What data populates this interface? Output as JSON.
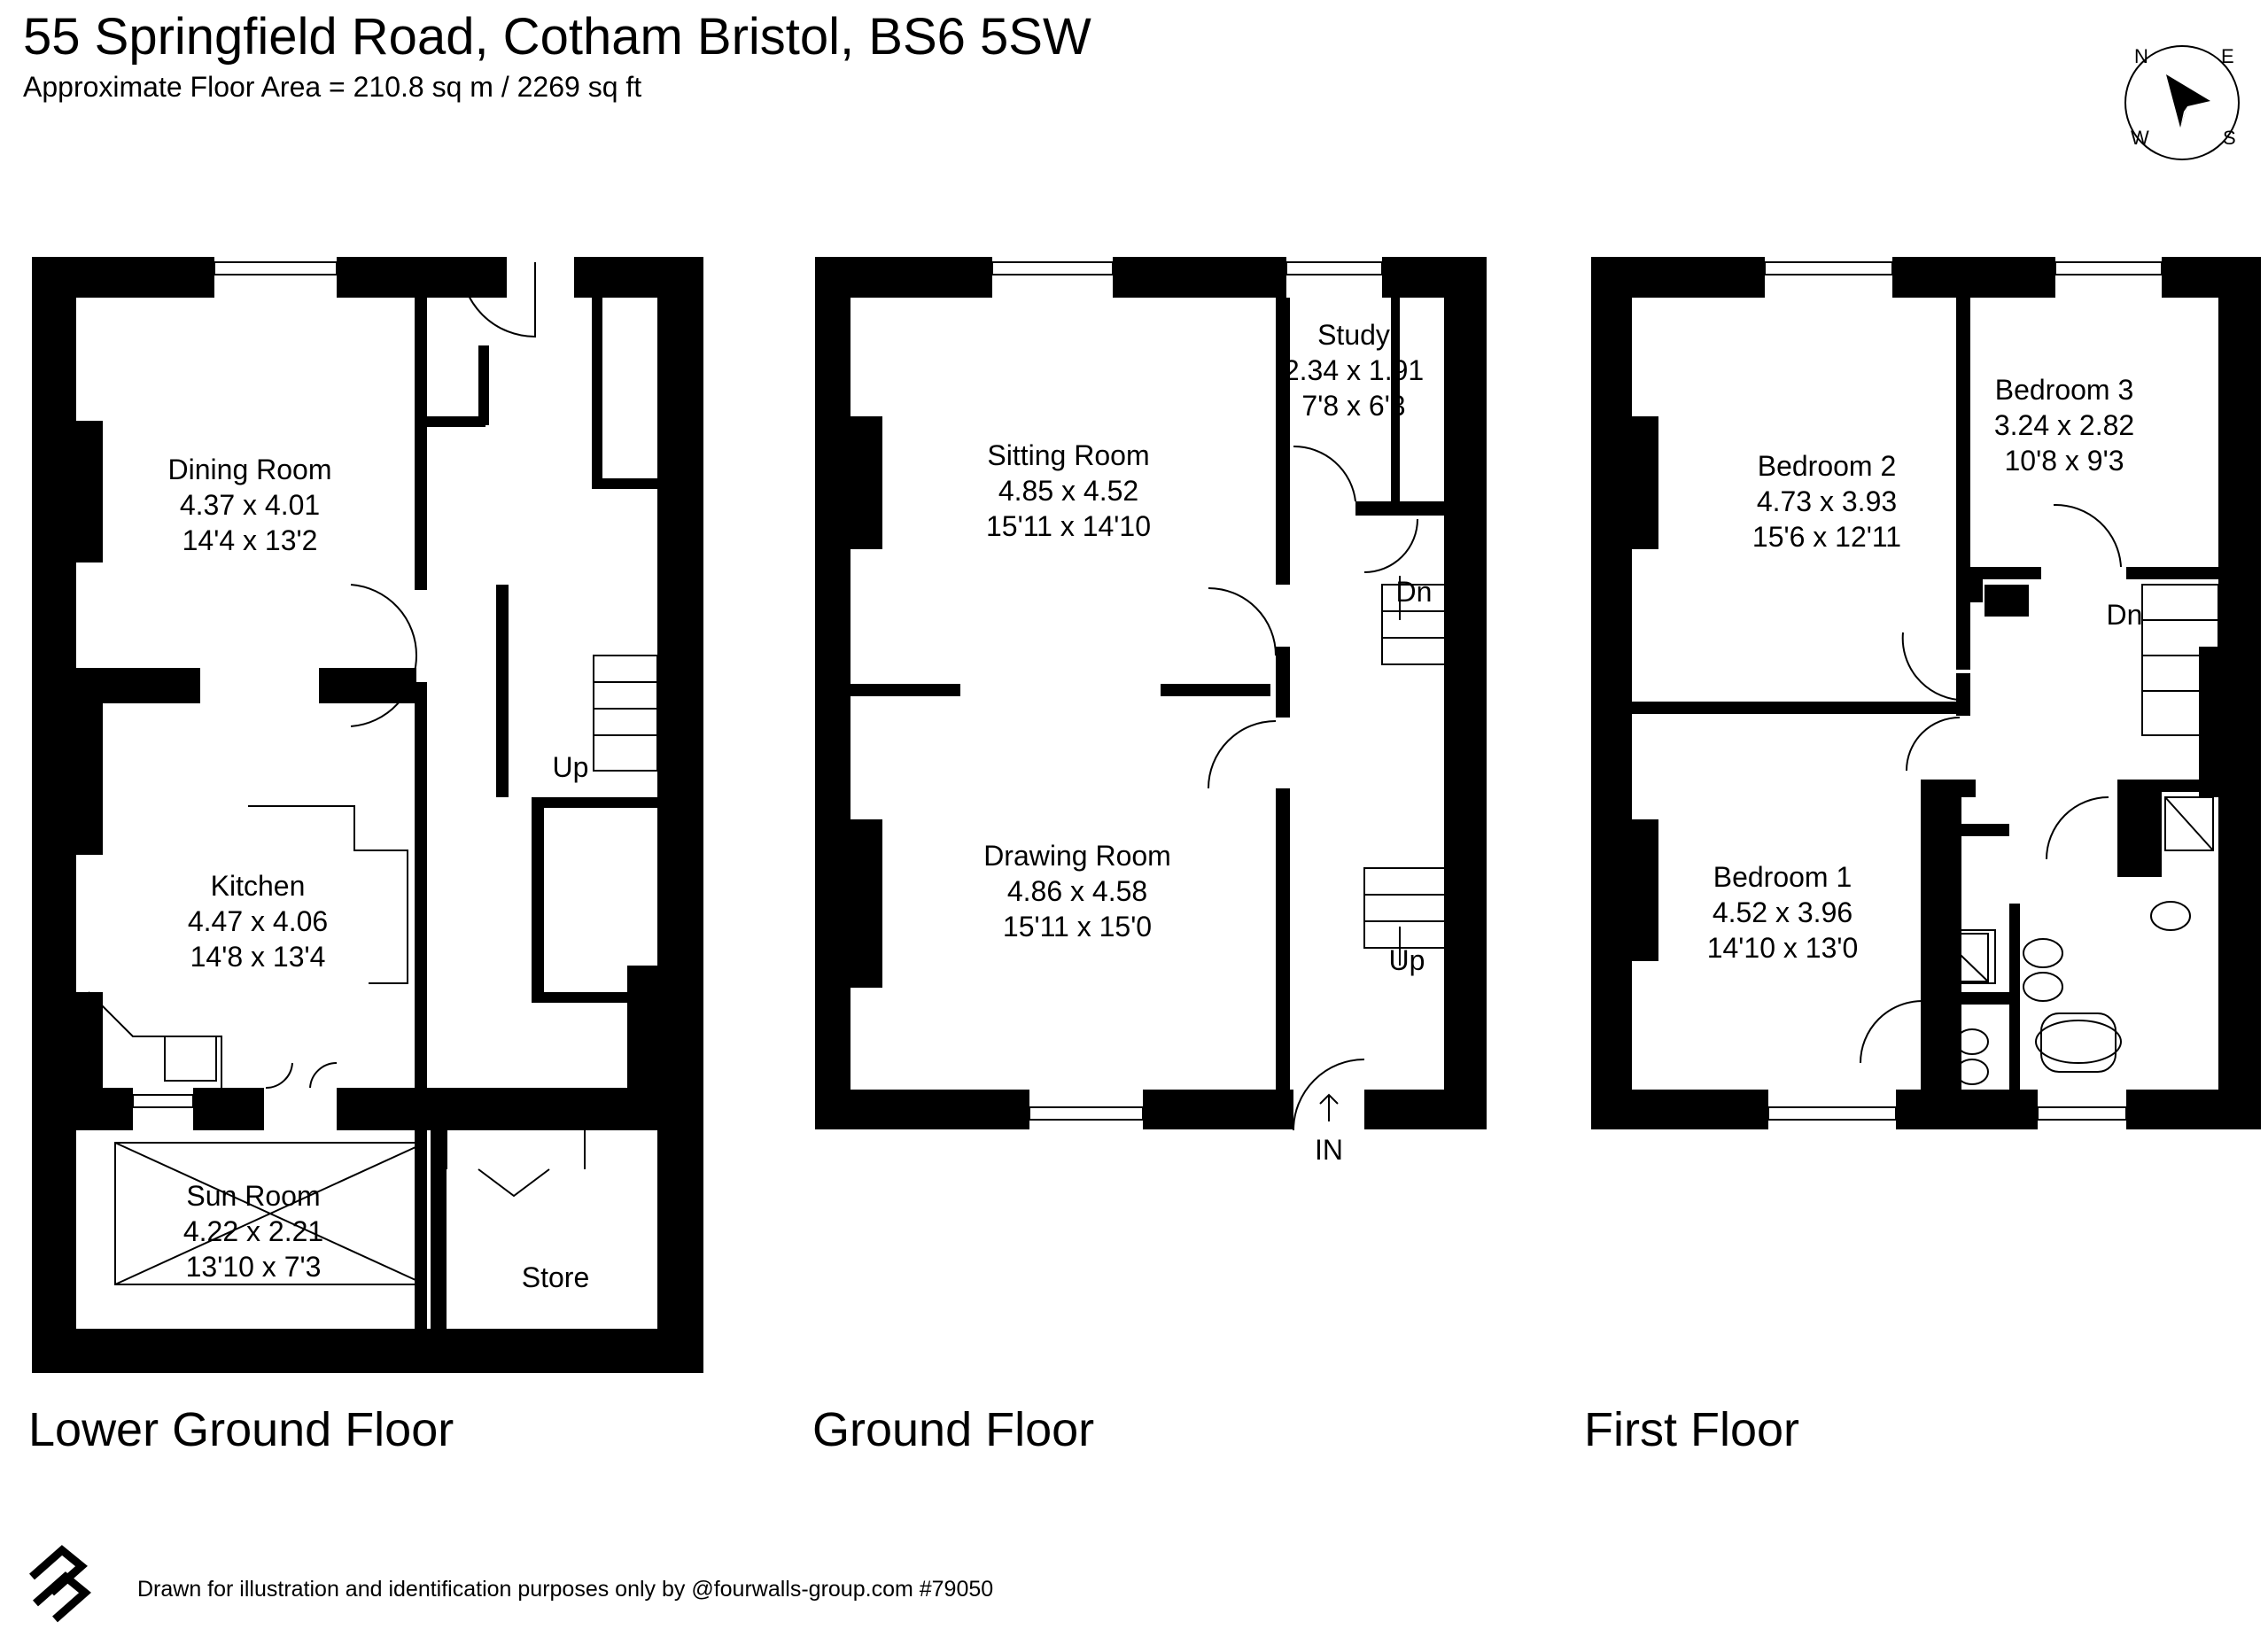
{
  "header": {
    "title": "55 Springfield Road, Cotham Bristol, BS6 5SW",
    "subtitle": "Approximate Floor Area = 210.8 sq m / 2269 sq ft"
  },
  "compass": {
    "n": "N",
    "e": "E",
    "w": "W",
    "s": "S"
  },
  "floors": {
    "lower": {
      "label": "Lower Ground Floor",
      "rooms": [
        {
          "name": "Dining Room",
          "metric": "4.37 x 4.01",
          "imperial": "14'4 x 13'2"
        },
        {
          "name": "Kitchen",
          "metric": "4.47 x 4.06",
          "imperial": "14'8 x 13'4"
        },
        {
          "name": "Sun Room",
          "metric": "4.22 x 2.21",
          "imperial": "13'10 x 7'3"
        },
        {
          "name": "Store"
        }
      ],
      "stairs": "Up"
    },
    "ground": {
      "label": "Ground Floor",
      "rooms": [
        {
          "name": "Sitting Room",
          "metric": "4.85 x 4.52",
          "imperial": "15'11 x 14'10"
        },
        {
          "name": "Drawing Room",
          "metric": "4.86 x 4.58",
          "imperial": "15'11 x 15'0"
        },
        {
          "name": "Study",
          "metric": "2.34 x 1.91",
          "imperial": "7'8 x 6'3"
        }
      ],
      "stairs_down": "Dn",
      "stairs_up": "Up",
      "entrance": "IN"
    },
    "first": {
      "label": "First Floor",
      "rooms": [
        {
          "name": "Bedroom 2",
          "metric": "4.73 x 3.93",
          "imperial": "15'6 x 12'11"
        },
        {
          "name": "Bedroom 3",
          "metric": "3.24 x 2.82",
          "imperial": "10'8 x 9'3"
        },
        {
          "name": "Bedroom 1",
          "metric": "4.52 x 3.96",
          "imperial": "14'10 x 13'0"
        }
      ],
      "stairs_down": "Dn"
    }
  },
  "footer": {
    "disclaimer": "Drawn for illustration and identification purposes only by @fourwalls-group.com #79050"
  }
}
